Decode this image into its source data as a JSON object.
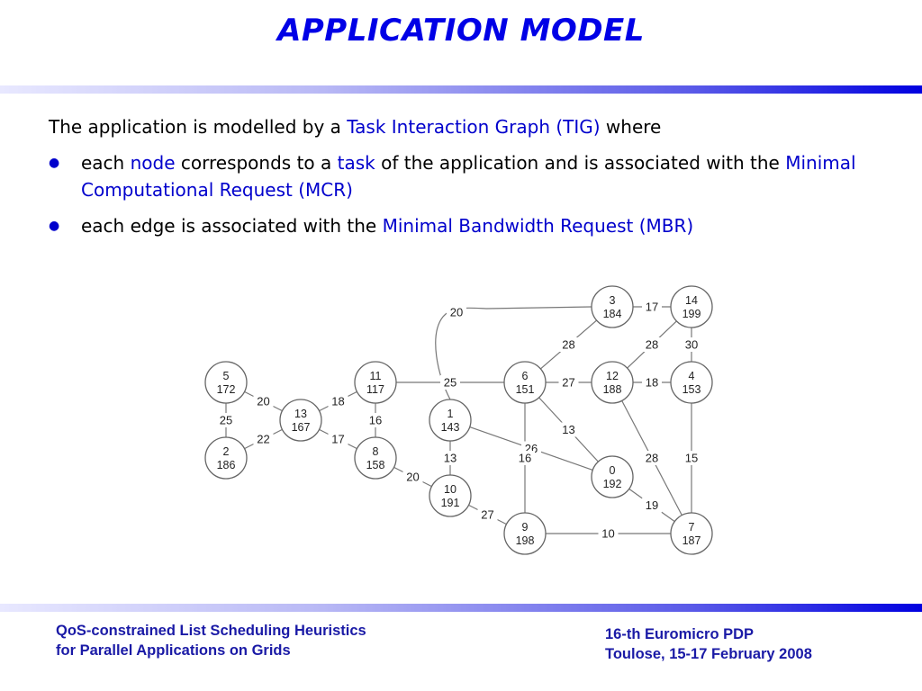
{
  "title": "APPLICATION MODEL",
  "intro": {
    "before": "The application is modelled by a ",
    "highlight": "Task Interaction Graph (TIG)",
    "after": " where"
  },
  "bullets": [
    {
      "p1": "each ",
      "h1": "node",
      "p2": " corresponds to a ",
      "h2": "task",
      "p3": " of the application and is associated with the ",
      "h3": "Minimal Computational Request (MCR)"
    },
    {
      "p1": "each edge is associated with the ",
      "h1": "Minimal Bandwidth Request (MBR)"
    }
  ],
  "colors": {
    "title": "#0000e6",
    "highlight": "#0000cc",
    "footer": "#1a1aa6",
    "node_stroke": "#666666",
    "edge_stroke": "#777777"
  },
  "graph": {
    "nodes": [
      {
        "id": "5",
        "mcr": "172"
      },
      {
        "id": "2",
        "mcr": "186"
      },
      {
        "id": "13",
        "mcr": "167"
      },
      {
        "id": "11",
        "mcr": "117"
      },
      {
        "id": "8",
        "mcr": "158"
      },
      {
        "id": "1",
        "mcr": "143"
      },
      {
        "id": "10",
        "mcr": "191"
      },
      {
        "id": "6",
        "mcr": "151"
      },
      {
        "id": "9",
        "mcr": "198"
      },
      {
        "id": "3",
        "mcr": "184"
      },
      {
        "id": "12",
        "mcr": "188"
      },
      {
        "id": "0",
        "mcr": "192"
      },
      {
        "id": "14",
        "mcr": "199"
      },
      {
        "id": "4",
        "mcr": "153"
      },
      {
        "id": "7",
        "mcr": "187"
      }
    ],
    "edges": [
      {
        "from": "5",
        "to": "2",
        "mbr": "25"
      },
      {
        "from": "5",
        "to": "13",
        "mbr": "20"
      },
      {
        "from": "2",
        "to": "13",
        "mbr": "22"
      },
      {
        "from": "13",
        "to": "11",
        "mbr": "18"
      },
      {
        "from": "13",
        "to": "8",
        "mbr": "17"
      },
      {
        "from": "11",
        "to": "8",
        "mbr": "16"
      },
      {
        "from": "11",
        "to": "6",
        "mbr": "25"
      },
      {
        "from": "8",
        "to": "10",
        "mbr": "20"
      },
      {
        "from": "1",
        "to": "10",
        "mbr": "13"
      },
      {
        "from": "1",
        "to": "3",
        "mbr": "20"
      },
      {
        "from": "1",
        "to": "0",
        "mbr": "26"
      },
      {
        "from": "10",
        "to": "9",
        "mbr": "27"
      },
      {
        "from": "6",
        "to": "3",
        "mbr": "28"
      },
      {
        "from": "6",
        "to": "12",
        "mbr": "27"
      },
      {
        "from": "6",
        "to": "0",
        "mbr": "13"
      },
      {
        "from": "6",
        "to": "9",
        "mbr": "16"
      },
      {
        "from": "3",
        "to": "14",
        "mbr": "17"
      },
      {
        "from": "12",
        "to": "14",
        "mbr": "28"
      },
      {
        "from": "12",
        "to": "4",
        "mbr": "18"
      },
      {
        "from": "12",
        "to": "7",
        "mbr": "28"
      },
      {
        "from": "14",
        "to": "4",
        "mbr": "30"
      },
      {
        "from": "4",
        "to": "7",
        "mbr": "15"
      },
      {
        "from": "0",
        "to": "7",
        "mbr": "19"
      },
      {
        "from": "9",
        "to": "7",
        "mbr": "10"
      }
    ]
  },
  "footer": {
    "left_line1": "QoS-constrained List Scheduling Heuristics",
    "left_line2": "for Parallel Applications on Grids",
    "right_line1": "16-th Euromicro PDP",
    "right_line2": "Toulose, 15-17 February 2008"
  }
}
